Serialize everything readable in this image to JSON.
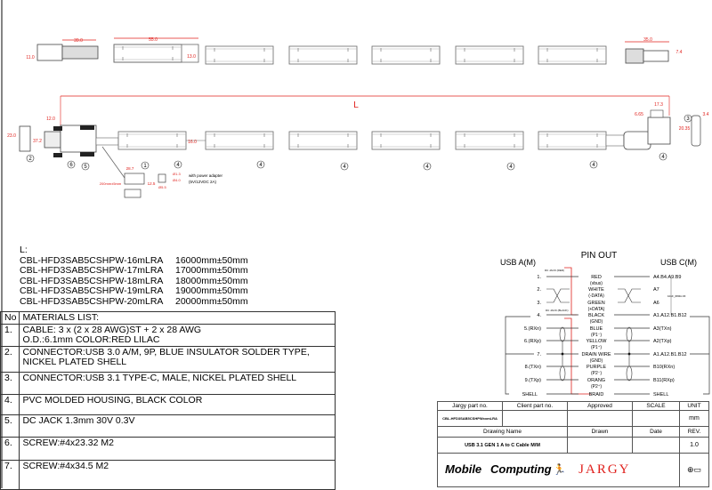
{
  "drawing": {
    "top_dims": {
      "conn_a_len": "39.0",
      "conn_a_h": "11.0",
      "segment_len": "55.0",
      "segment_h": "13.0",
      "conn_c_len": "35.0",
      "conn_c_h": "7.4"
    },
    "mid_dims": {
      "length_label": "L",
      "a_12": "12.0",
      "a_372": "37.2",
      "a_230": "23.0",
      "seg_160": "16.0",
      "c_173": "17.3",
      "c_665": "6.65",
      "c_2035": "20.35",
      "c_34": "3.4",
      "dc_287": "28.7",
      "dc_125": "12.5",
      "dc_200": "200mm±5mm",
      "dc_d1": "Ø1.3",
      "dc_d2": "Ø4.0",
      "dc_d3": "Ø5.5"
    },
    "callouts": [
      "1",
      "2",
      "3",
      "4",
      "5",
      "6"
    ],
    "power_note_1": "with power adapter",
    "power_note_2": "(5V/12VDC 2A)"
  },
  "lengths": {
    "heading": "L:",
    "items": [
      {
        "part": "CBL-HFD3SAB5CSHPW-16mLRA",
        "length": "16000mm±50mm"
      },
      {
        "part": "CBL-HFD3SAB5CSHPW-17mLRA",
        "length": "17000mm±50mm"
      },
      {
        "part": "CBL-HFD3SAB5CSHPW-18mLRA",
        "length": "18000mm±50mm"
      },
      {
        "part": "CBL-HFD3SAB5CSHPW-19mLRA",
        "length": "19000mm±50mm"
      },
      {
        "part": "CBL-HFD3SAB5CSHPW-20mLRA",
        "length": "20000mm±50mm"
      }
    ]
  },
  "materials": {
    "no_header": "No",
    "header": "MATERIALS LIST:",
    "items": [
      {
        "no": "1.",
        "text": "CABLE: 3 x (2 x 28 AWG)ST + 2 x 28 AWG",
        "text2": "O.D.:6.1mm COLOR:RED LILAC"
      },
      {
        "no": "2.",
        "text": "CONNECTOR:USB 3.0 A/M, 9P, BLUE INSULATOR SOLDER TYPE,",
        "text2": "NICKEL PLATED SHELL"
      },
      {
        "no": "3.",
        "text": "CONNECTOR:USB 3.1 TYPE-C, MALE, NICKEL PLATED SHELL",
        "text2": ""
      },
      {
        "no": "4.",
        "text": "PVC MOLDED HOUSING, BLACK COLOR",
        "text2": ""
      },
      {
        "no": "5.",
        "text": "DC JACK 1.3mm 30V 0.3V",
        "text2": ""
      },
      {
        "no": "6.",
        "text": "SCREW:#4x23.32 M2",
        "text2": ""
      },
      {
        "no": "7.",
        "text": "SCREW:#4x34.5 M2",
        "text2": ""
      }
    ]
  },
  "pinout": {
    "title": "PIN OUT",
    "left_title": "USB A(M)",
    "right_title": "USB C(M)",
    "dc_red_label": "DC JACK (RED)",
    "dc_black_label": "DC JACK (BLACK)",
    "right_note": "10nF_680Ω A5",
    "rows": [
      {
        "a": "1.",
        "w1": "RED",
        "w2": "(vbus)",
        "c": "A4.B4.A9.B9"
      },
      {
        "a": "2.",
        "w1": "WHITE",
        "w2": "(-DATA)",
        "c": "A7"
      },
      {
        "a": "3.",
        "w1": "GREEN",
        "w2": "(+DATA)",
        "c": "A6"
      },
      {
        "a": "4.",
        "w1": "BLACK",
        "w2": "(GND)",
        "c": "A1.A12.B1.B12"
      },
      {
        "a": "5.(RXn)",
        "w1": "BLUE",
        "w2": "(P1⁻)",
        "c": "A3(TXn)"
      },
      {
        "a": "6.(RXp)",
        "w1": "YELLOW",
        "w2": "(P1⁺)",
        "c": "A2(TXp)"
      },
      {
        "a": "7.",
        "w1": "DRAIN WIRE",
        "w2": "(GND)",
        "c": "A1.A12.B1.B12"
      },
      {
        "a": "8.(TXn)",
        "w1": "PURPLE",
        "w2": "(P2⁻)",
        "c": "B10(RXn)"
      },
      {
        "a": "9.(TXp)",
        "w1": "ORANG",
        "w2": "(P2⁺)",
        "c": "B11(RXp)"
      },
      {
        "a": "SHELL",
        "w1": "BRAID",
        "w2": "",
        "c": "SHELL"
      }
    ]
  },
  "title_block": {
    "h_part": "Jargy part no.",
    "h_client": "Client part no.",
    "h_approved": "Approved",
    "h_scale": "SCALE",
    "h_unit": "UNIT",
    "part_no": "CBL-HFD3SAB5CSHPWxxmLRA",
    "unit": "mm",
    "h_drawing_name": "Drawing Name",
    "h_drawn": "Drawn",
    "h_date": "Date",
    "h_rev": "REV.",
    "drawing_name": "USB 3.1 GEN 1 A to C Cable M/M",
    "rev": "1.0",
    "logo_mobile": "Mobile",
    "logo_computing": "Computing",
    "logo_jargy": "JARGY",
    "red": "#e0201c"
  }
}
